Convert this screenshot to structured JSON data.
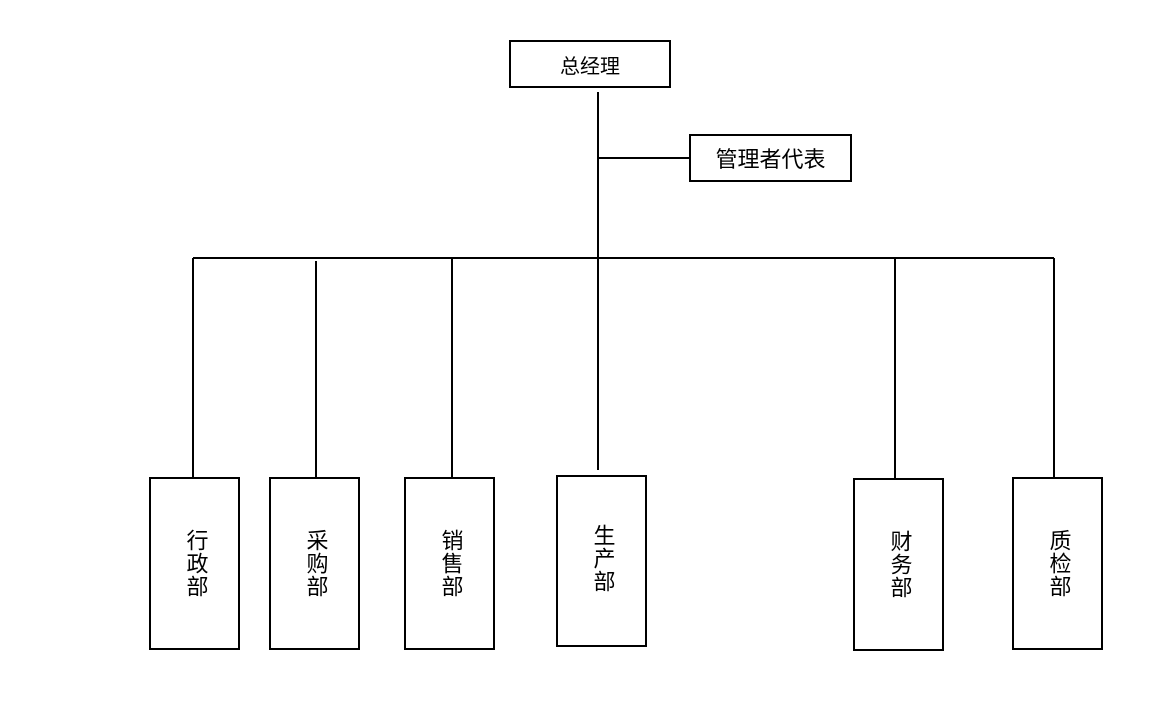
{
  "top": {
    "label": "总经理"
  },
  "rep": {
    "label": "管理者代表"
  },
  "departments": [
    {
      "label": "行政部"
    },
    {
      "label": "采购部"
    },
    {
      "label": "销售部"
    },
    {
      "label": "生产部"
    },
    {
      "label": "财务部"
    },
    {
      "label": "质检部"
    }
  ]
}
